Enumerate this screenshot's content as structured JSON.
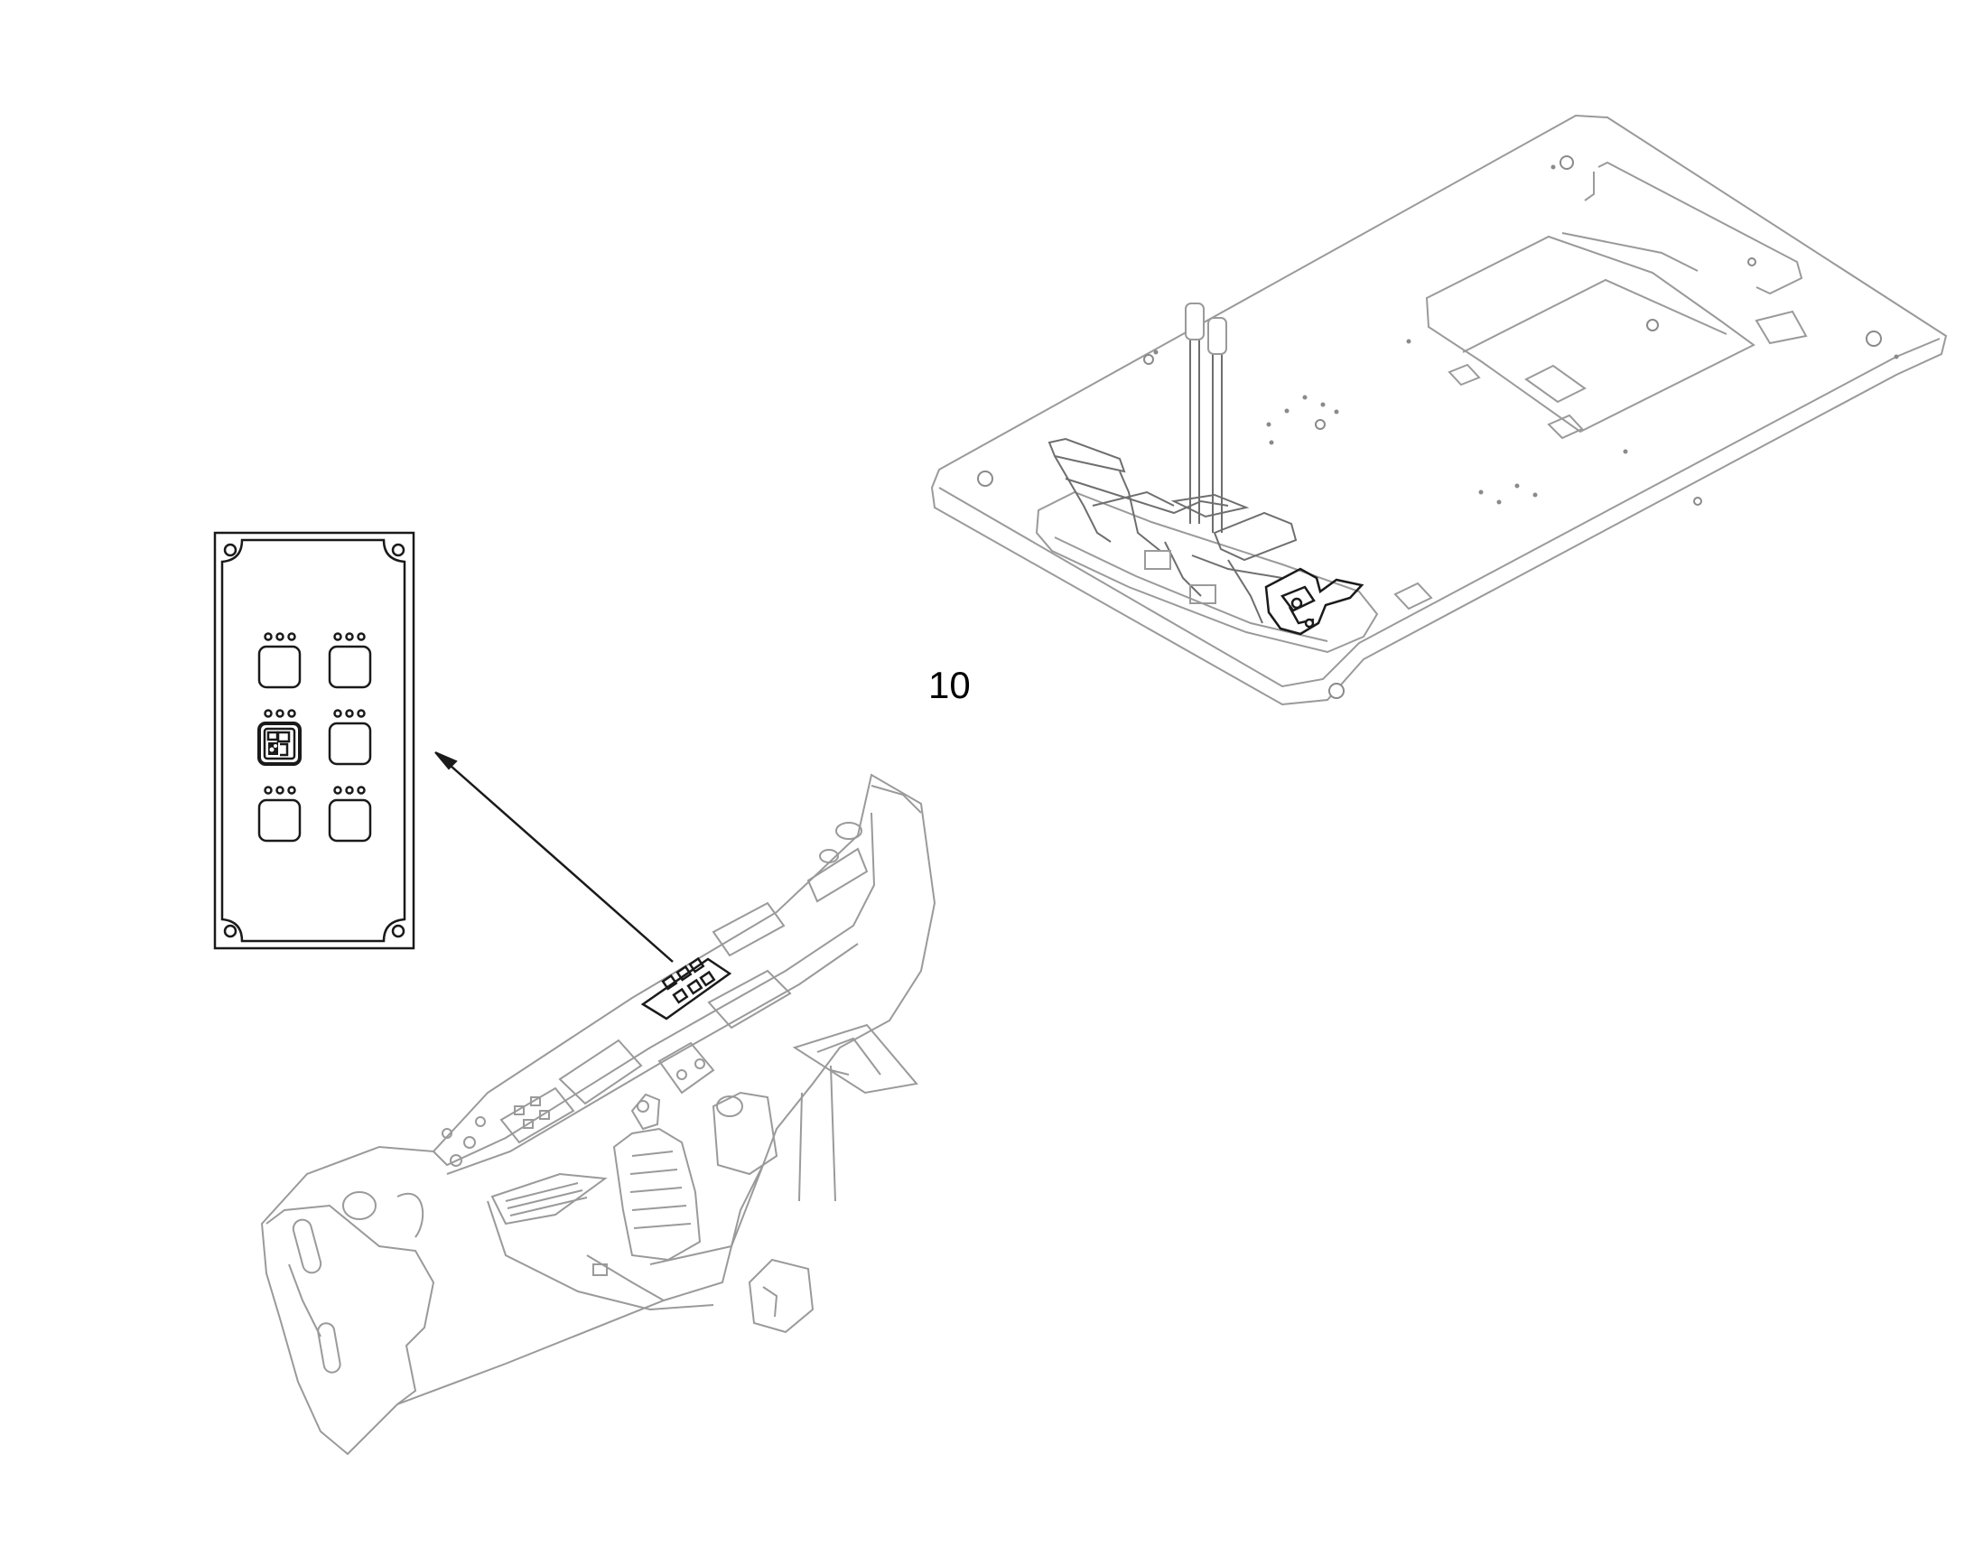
{
  "callout": {
    "label": "10"
  },
  "colors": {
    "line_dark": "#1a1a1a",
    "line_faint": "#9a9a9a",
    "background": "#ffffff"
  },
  "panel": {
    "button_rows": 3,
    "button_cols": 2,
    "highlighted_button": "row-2-col-1"
  }
}
